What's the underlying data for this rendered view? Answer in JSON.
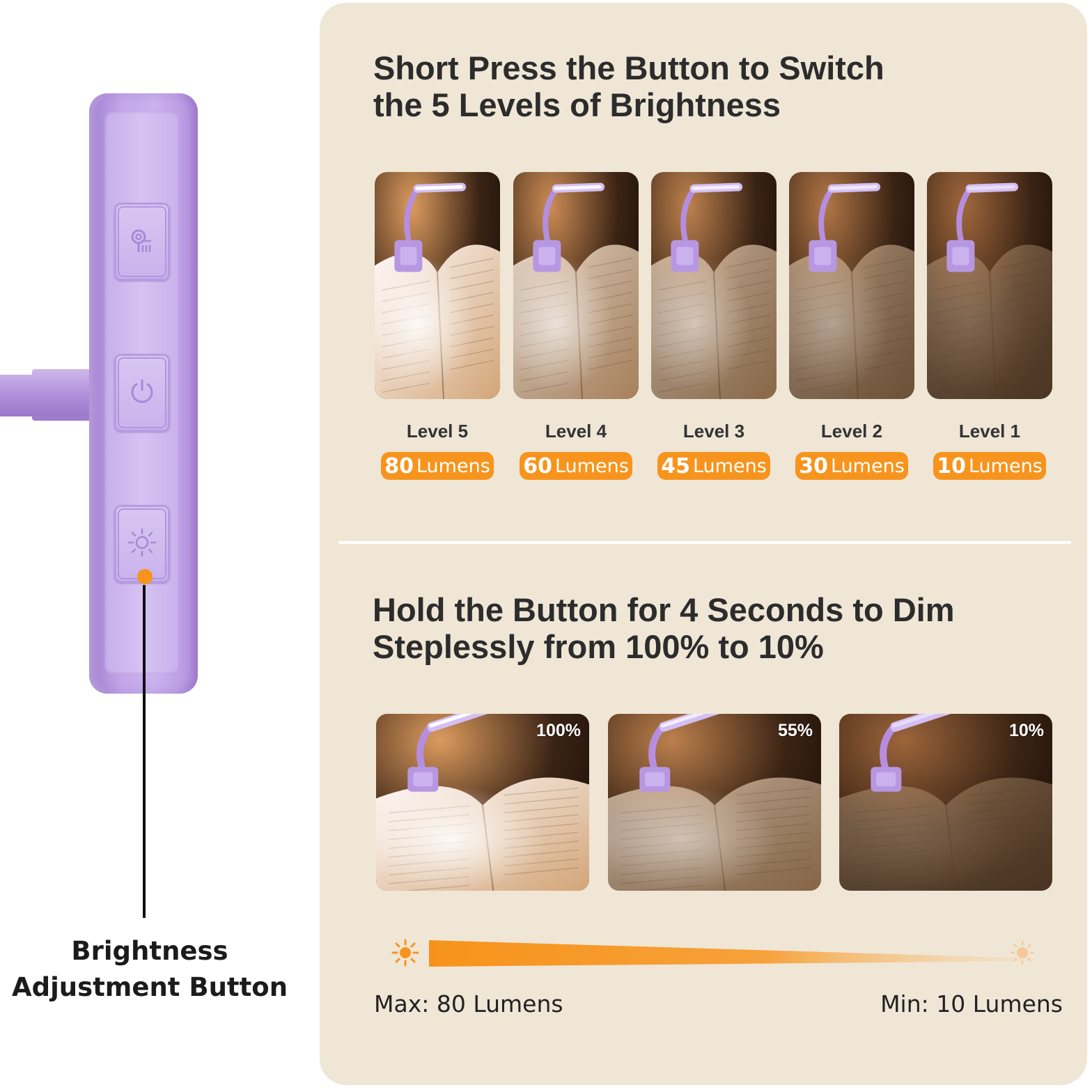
{
  "callout": {
    "line1": "Brightness",
    "line2": "Adjustment Button"
  },
  "device": {
    "buttons": [
      {
        "icon": "color-temperature-icon"
      },
      {
        "icon": "power-icon"
      },
      {
        "icon": "brightness-icon"
      }
    ],
    "indicator_color": "#f7941d",
    "body_color": "#c3a6ea"
  },
  "short_press": {
    "title_line1": "Short Press the Button to Switch",
    "title_line2": "the 5 Levels of Brightness",
    "levels": [
      {
        "label": "Level 5",
        "lumens_value": "80",
        "lumens_unit": "Lumens",
        "lumens": 80
      },
      {
        "label": "Level 4",
        "lumens_value": "60",
        "lumens_unit": "Lumens",
        "lumens": 60
      },
      {
        "label": "Level 3",
        "lumens_value": "45",
        "lumens_unit": "Lumens",
        "lumens": 45
      },
      {
        "label": "Level 2",
        "lumens_value": "30",
        "lumens_unit": "Lumens",
        "lumens": 30
      },
      {
        "label": "Level 1",
        "lumens_value": "10",
        "lumens_unit": "Lumens",
        "lumens": 10
      }
    ]
  },
  "hold": {
    "title_line1": "Hold the Button for 4 Seconds to Dim",
    "title_line2": "Steplessly from 100% to 10%",
    "examples": [
      {
        "percent_label": "100%",
        "brightness": 1.0
      },
      {
        "percent_label": "55%",
        "brightness": 0.55
      },
      {
        "percent_label": "10%",
        "brightness": 0.1
      }
    ],
    "max_label": "Max: 80 Lumens",
    "min_label": "Min: 10 Lumens"
  },
  "colors": {
    "accent": "#f7941d",
    "panel_bg": "#efe6d6",
    "lamp_purple": "#b58ee0"
  }
}
